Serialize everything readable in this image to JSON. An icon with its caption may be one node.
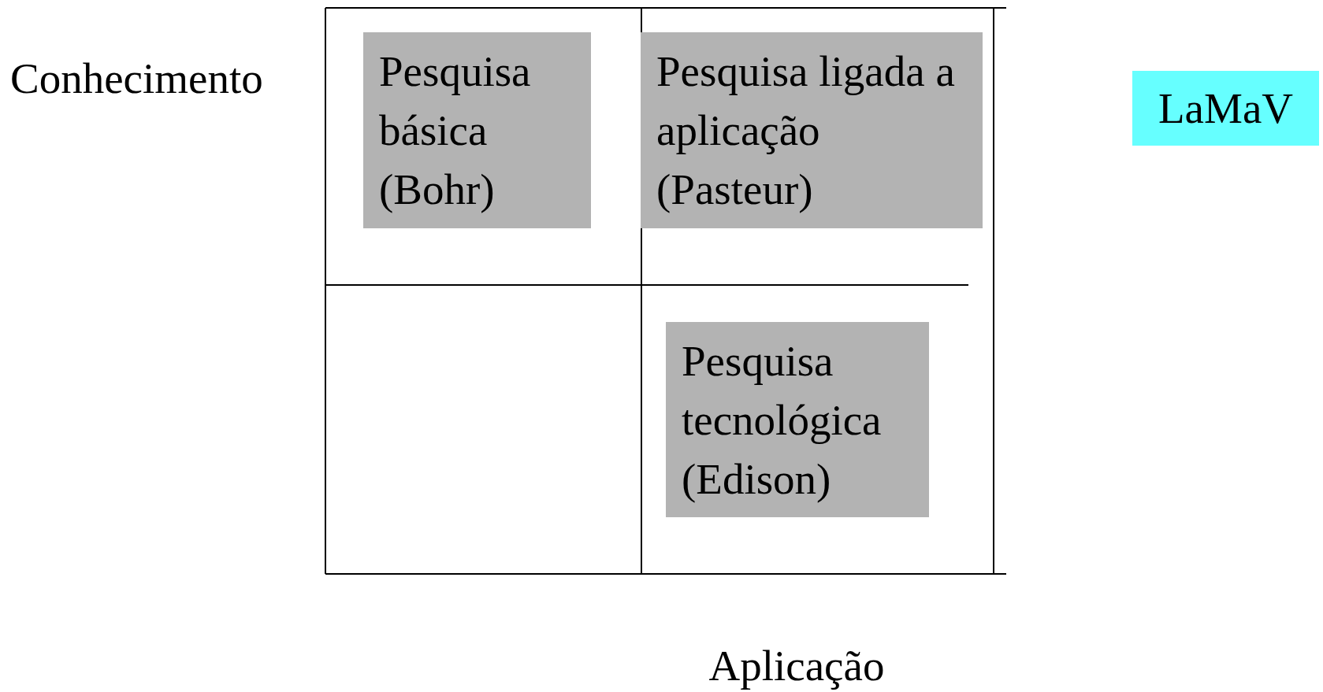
{
  "diagram": {
    "nodes": [
      {
        "text": [
          "Pesquisa básica (Bohr)"
        ]
      },
      {
        "text": [
          "Pesquisa ligada a aplicação (Pasteur)"
        ]
      },
      {
        "text": [
          "Pesquisa tecnológica (Edison)"
        ]
      },
      {
        "text": [
          "LaMaV"
        ]
      }
    ],
    "edges": [],
    "labels": [
      "Conhecimento",
      "Aplicação"
    ]
  }
}
